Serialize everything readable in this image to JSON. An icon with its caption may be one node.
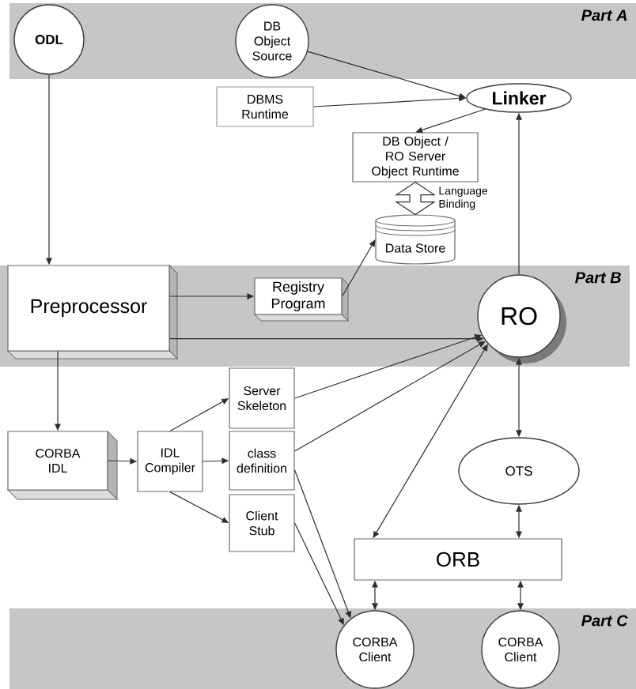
{
  "diagram": {
    "nodes": [
      {
        "text": [
          "Part A"
        ]
      },
      {
        "text": [
          "ODL"
        ],
        "in": 0
      },
      {
        "text": [
          "DB Object Source"
        ],
        "in": 0
      },
      {
        "text": [
          "DBMS Runtime"
        ]
      },
      {
        "text": [
          "Linker"
        ]
      },
      {
        "text": [
          "DB Object / RO Server Object Runtime"
        ]
      },
      {
        "text": [
          "Data Store"
        ]
      },
      {
        "text": [
          "Part B"
        ]
      },
      {
        "text": [
          "Preprocessor"
        ],
        "in": 7
      },
      {
        "text": [
          "Registry Program"
        ],
        "in": 7
      },
      {
        "text": [
          "RO"
        ],
        "in": 7
      },
      {
        "text": [
          "CORBA IDL"
        ]
      },
      {
        "text": [
          "IDL Compiler"
        ]
      },
      {
        "text": [
          "Server Skeleton"
        ]
      },
      {
        "text": [
          "class definition"
        ]
      },
      {
        "text": [
          "Client Stub"
        ]
      },
      {
        "text": [
          "OTS"
        ]
      },
      {
        "text": [
          "ORB"
        ]
      },
      {
        "text": [
          "Part C"
        ]
      },
      {
        "text": [
          "CORBA Client"
        ],
        "in": 18
      },
      {
        "text": [
          "CORBA Client"
        ],
        "in": 18
      }
    ],
    "edges": [
      {
        "from": 1,
        "to": 8,
        "arrow": "to"
      },
      {
        "from": 2,
        "to": 4,
        "arrow": "to"
      },
      {
        "from": 3,
        "to": 4,
        "arrow": "to"
      },
      {
        "from": 4,
        "to": 5,
        "arrow": "to"
      },
      {
        "from": 5,
        "to": 6,
        "arrow": "both",
        "label": "Language Binding",
        "style": "thick"
      },
      {
        "from": 9,
        "to": 6,
        "arrow": "to"
      },
      {
        "from": 10,
        "to": 4,
        "arrow": "to"
      },
      {
        "from": 8,
        "to": 9,
        "arrow": "to"
      },
      {
        "from": 8,
        "to": 10,
        "arrow": "to"
      },
      {
        "from": 8,
        "to": 11,
        "arrow": "to"
      },
      {
        "from": 11,
        "to": 12,
        "arrow": "to"
      },
      {
        "from": 12,
        "to": 13,
        "arrow": "to"
      },
      {
        "from": 12,
        "to": 14,
        "arrow": "to"
      },
      {
        "from": 12,
        "to": 15,
        "arrow": "to"
      },
      {
        "from": 13,
        "to": 10,
        "arrow": "to"
      },
      {
        "from": 14,
        "to": 10,
        "arrow": "to"
      },
      {
        "from": 14,
        "to": 19,
        "arrow": "to"
      },
      {
        "from": 15,
        "to": 19,
        "arrow": "to"
      },
      {
        "from": 10,
        "to": 16,
        "arrow": "both"
      },
      {
        "from": 16,
        "to": 17,
        "arrow": "both"
      },
      {
        "from": 17,
        "to": 19,
        "arrow": "both"
      },
      {
        "from": 17,
        "to": 20,
        "arrow": "both"
      },
      {
        "from": 17,
        "to": 10,
        "arrow": "both"
      }
    ]
  }
}
